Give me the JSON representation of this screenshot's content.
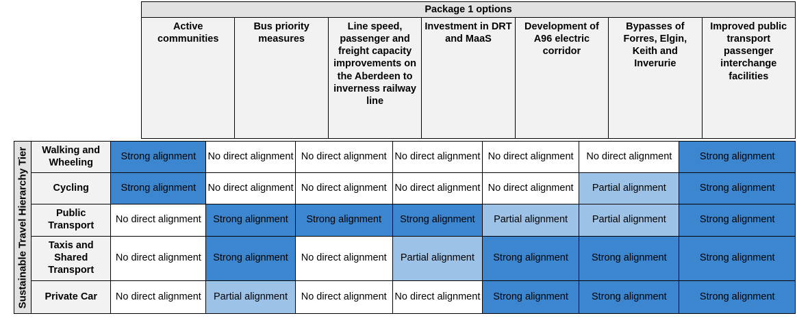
{
  "table": {
    "group_header": "Package 1 options",
    "row_group_label": "Sustainable Travel Hierarchy Tier",
    "columns": [
      "Active communities",
      "Bus priority measures",
      "Line speed, passenger and freight capacity improvements on the Aberdeen to inverness railway line",
      "Investment in DRT and MaaS",
      "Development of A96 electric corridor",
      "Bypasses of Forres, Elgin, Keith and Inverurie",
      "Improved public transport passenger interchange facilities"
    ],
    "rows": [
      {
        "label": "Walking and Wheeling",
        "cells": [
          {
            "text": "Strong alignment",
            "level": "strong"
          },
          {
            "text": "No direct alignment",
            "level": "none"
          },
          {
            "text": "No direct alignment",
            "level": "none"
          },
          {
            "text": "No direct alignment",
            "level": "none"
          },
          {
            "text": "No direct alignment",
            "level": "none"
          },
          {
            "text": "No direct alignment",
            "level": "none"
          },
          {
            "text": "Strong alignment",
            "level": "strong"
          }
        ]
      },
      {
        "label": "Cycling",
        "cells": [
          {
            "text": "Strong alignment",
            "level": "strong"
          },
          {
            "text": "No direct alignment",
            "level": "none"
          },
          {
            "text": "No direct alignment",
            "level": "none"
          },
          {
            "text": "No direct alignment",
            "level": "none"
          },
          {
            "text": "No direct alignment",
            "level": "none"
          },
          {
            "text": "Partial alignment",
            "level": "partial"
          },
          {
            "text": "Strong alignment",
            "level": "strong"
          }
        ]
      },
      {
        "label": "Public Transport",
        "cells": [
          {
            "text": "No direct alignment",
            "level": "none"
          },
          {
            "text": "Strong alignment",
            "level": "strong"
          },
          {
            "text": "Strong alignment",
            "level": "strong"
          },
          {
            "text": "Strong alignment",
            "level": "strong"
          },
          {
            "text": "Partial alignment",
            "level": "partial"
          },
          {
            "text": "Partial alignment",
            "level": "partial"
          },
          {
            "text": "Strong alignment",
            "level": "strong"
          }
        ]
      },
      {
        "label": "Taxis and Shared Transport",
        "cells": [
          {
            "text": "No direct alignment",
            "level": "none"
          },
          {
            "text": "Strong alignment",
            "level": "strong"
          },
          {
            "text": "No direct alignment",
            "level": "none"
          },
          {
            "text": "Partial alignment",
            "level": "partial"
          },
          {
            "text": "Strong alignment",
            "level": "strong"
          },
          {
            "text": "Strong alignment",
            "level": "strong"
          },
          {
            "text": "Strong alignment",
            "level": "strong"
          }
        ]
      },
      {
        "label": "Private Car",
        "cells": [
          {
            "text": "No direct alignment",
            "level": "none"
          },
          {
            "text": "Partial alignment",
            "level": "partial"
          },
          {
            "text": "No direct alignment",
            "level": "none"
          },
          {
            "text": "No direct alignment",
            "level": "none"
          },
          {
            "text": "Strong alignment",
            "level": "strong"
          },
          {
            "text": "Strong alignment",
            "level": "strong"
          },
          {
            "text": "Strong alignment",
            "level": "strong"
          }
        ]
      }
    ]
  },
  "legend_colors": {
    "strong": "#3b86ce",
    "partial": "#9cc3e7",
    "none": "#ffffff",
    "group_header_bg": "#e2e2e2",
    "column_header_bg": "#f2f2f2",
    "border": "#000000"
  }
}
